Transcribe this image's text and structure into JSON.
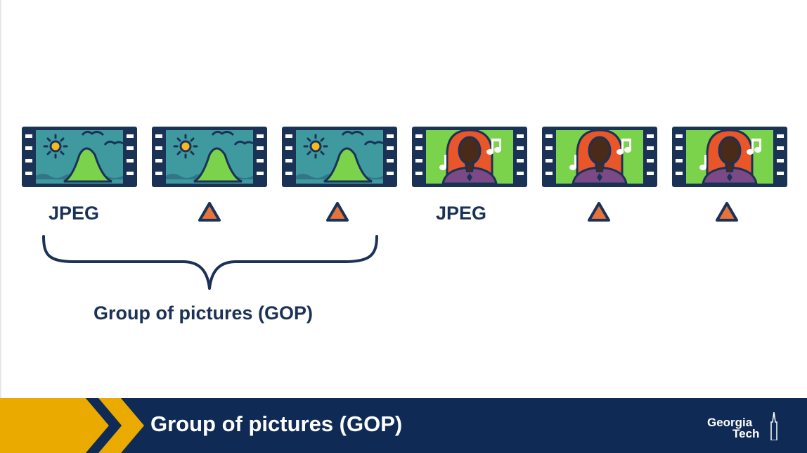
{
  "frames": [
    {
      "scene": "landscape",
      "frame_type": "JPEG"
    },
    {
      "scene": "landscape",
      "frame_type": "delta"
    },
    {
      "scene": "landscape",
      "frame_type": "delta"
    },
    {
      "scene": "portrait-music",
      "frame_type": "JPEG"
    },
    {
      "scene": "portrait-music",
      "frame_type": "delta"
    },
    {
      "scene": "portrait-music",
      "frame_type": "delta"
    }
  ],
  "labels": {
    "jpeg_1": "JPEG",
    "jpeg_2": "JPEG"
  },
  "gop_caption": "Group of pictures (GOP)",
  "footer": {
    "title": "Group of pictures (GOP)",
    "logo_line1": "Georgia",
    "logo_line2": "Tech"
  },
  "colors": {
    "navy": "#1b3257",
    "footer_bg": "#0f2b55",
    "gold": "#eaaa00",
    "teal": "#3f9aa0",
    "green": "#7ad34a",
    "orange": "#e8562a",
    "delta_fill": "#e6733a"
  }
}
